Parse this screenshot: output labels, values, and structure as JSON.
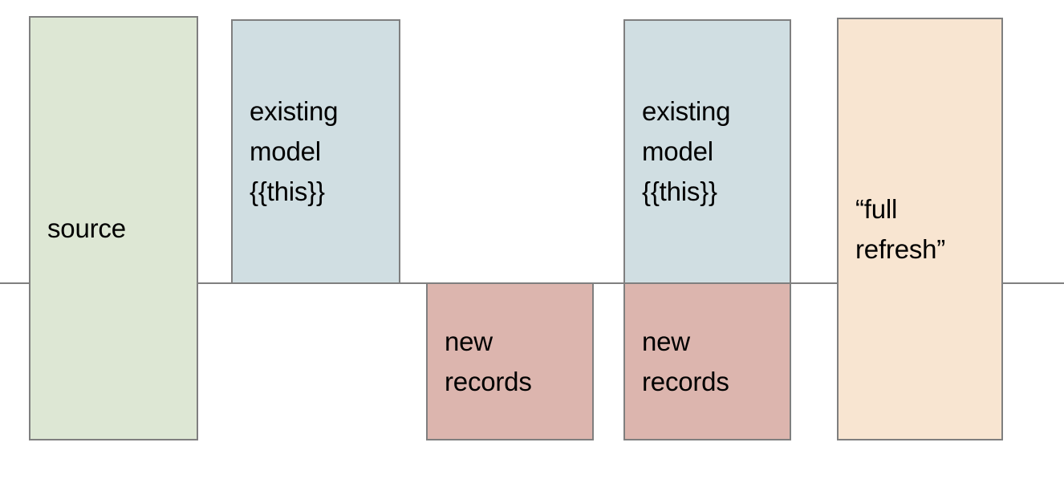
{
  "diagram": {
    "title": "incremental model full refresh diagram",
    "baseline": {
      "name": "horizontal-divider-line",
      "color": "#7f7f7f"
    },
    "colors": {
      "source_fill": "#dde7d4",
      "existing_model_fill": "#d0dee2",
      "new_records_fill": "#dcb5ae",
      "full_refresh_fill": "#f8e5d1",
      "border": "#7f7f7f",
      "text": "#000000",
      "background": "#ffffff"
    },
    "boxes": [
      {
        "id": "source",
        "label": "source",
        "fill": "#dde7d4",
        "spans_divider": true
      },
      {
        "id": "existing-model-1",
        "label": "existing\nmodel\n{{this}}",
        "fill": "#d0dee2",
        "spans_divider": false
      },
      {
        "id": "new-records-1",
        "label": "new\nrecords",
        "fill": "#dcb5ae",
        "spans_divider": false
      },
      {
        "id": "existing-model-2",
        "label": "existing\nmodel\n{{this}}",
        "fill": "#d0dee2",
        "spans_divider": false
      },
      {
        "id": "new-records-2",
        "label": "new\nrecords",
        "fill": "#dcb5ae",
        "spans_divider": false
      },
      {
        "id": "full-refresh",
        "label": "“full\nrefresh”",
        "fill": "#f8e5d1",
        "spans_divider": true
      }
    ]
  }
}
